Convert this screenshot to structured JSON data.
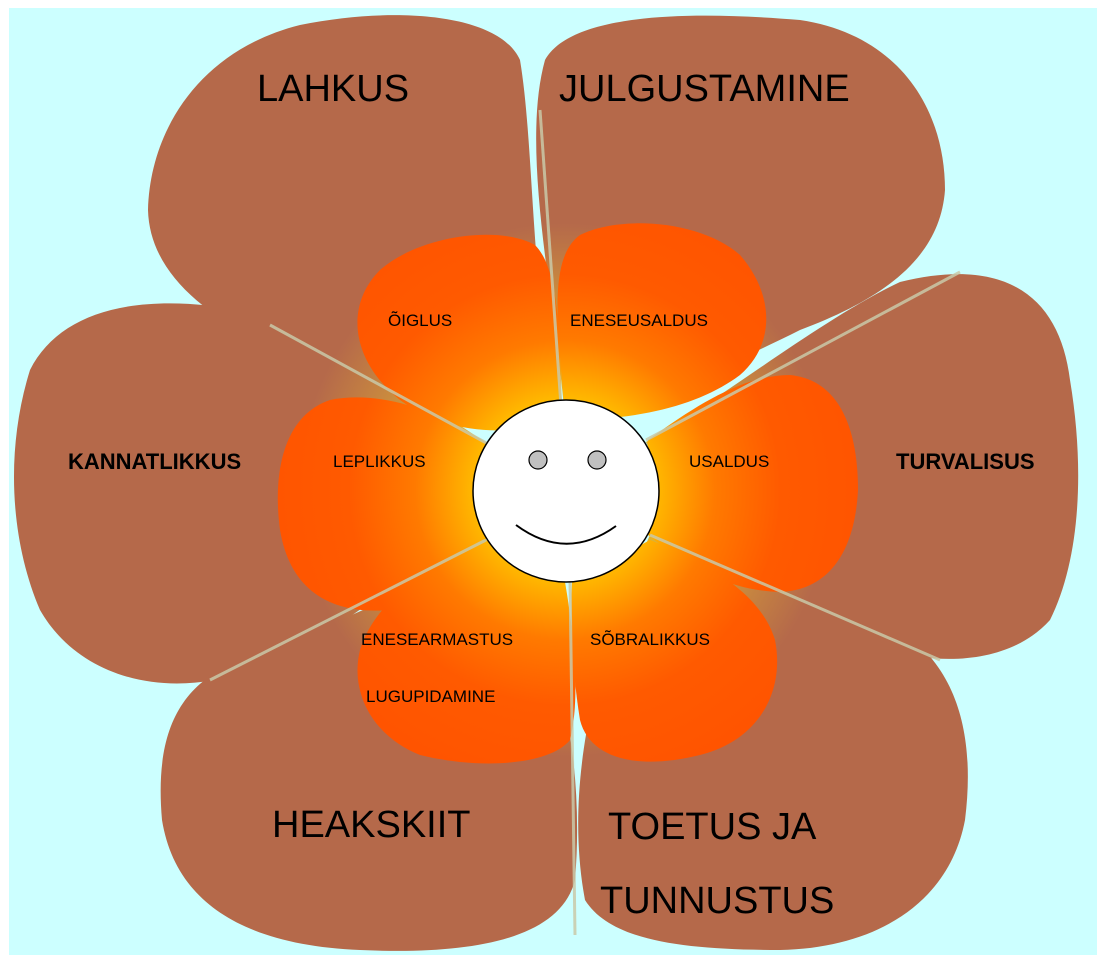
{
  "colors": {
    "background": "#ccffff",
    "outer_petal": "#b5694a",
    "outer_petal_glow": "#e8c230",
    "inner_petal": "#ff5a00",
    "inner_petal_glow": "#ffd400",
    "face_fill": "#ffffff",
    "eye_fill": "#c0c0c0"
  },
  "outer_petals": {
    "top_left": "LAHKUS",
    "top_right": "JULGUSTAMINE",
    "left": "KANNATLIKKUS",
    "right": "TURVALISUS",
    "bottom_left": "HEAKSKIIT",
    "bottom_right_line1": "TOETUS JA",
    "bottom_right_line2": "TUNNUSTUS"
  },
  "inner_petals": {
    "top_left": "ÕIGLUS",
    "top_right": "ENESEUSALDUS",
    "left": "LEPLIKKUS",
    "right": "USALDUS",
    "bottom_left_line1": "ENESEARMASTUS",
    "bottom_left_line2": "LUGUPIDAMINE",
    "bottom_right": "SÕBRALIKKUS"
  },
  "center": {
    "icon": "smiley-face-icon"
  }
}
